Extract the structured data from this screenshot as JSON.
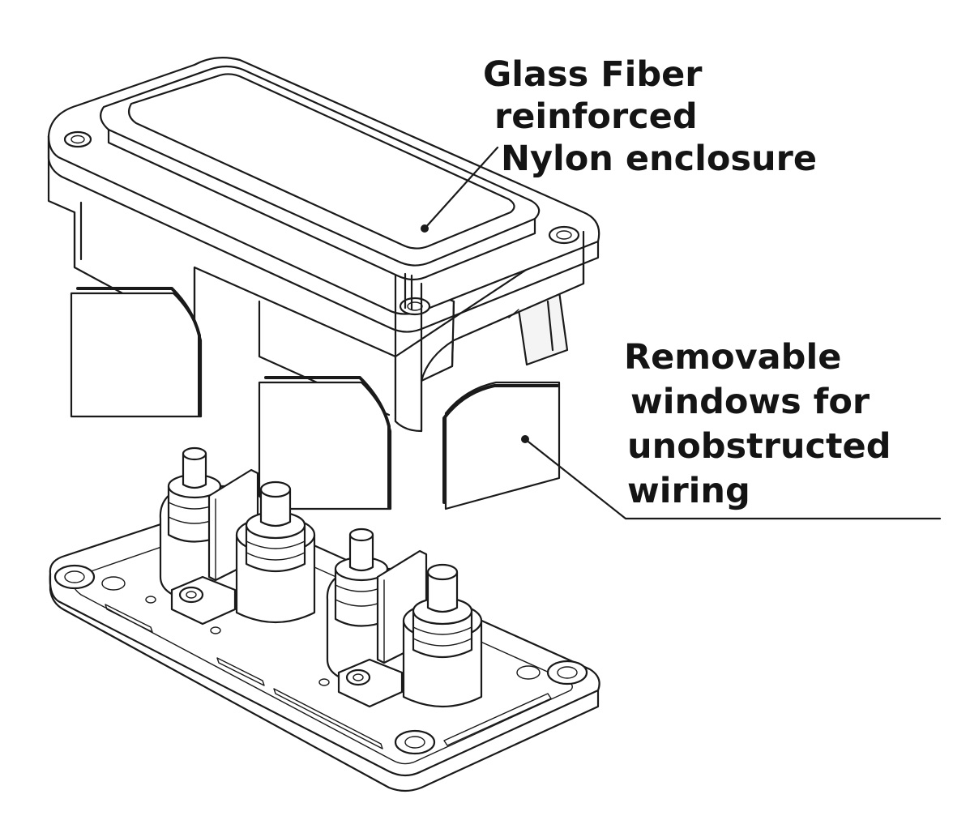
{
  "callouts": {
    "enclosure": {
      "line1": "Glass Fiber",
      "line2": "reinforced",
      "line3": "Nylon enclosure"
    },
    "windows": {
      "line1": "Removable",
      "line2": "windows for",
      "line3": "unobstructed",
      "line4": "wiring"
    }
  },
  "colors": {
    "background": "#ffffff",
    "line": "#1a1a1a",
    "text": "#141414"
  }
}
